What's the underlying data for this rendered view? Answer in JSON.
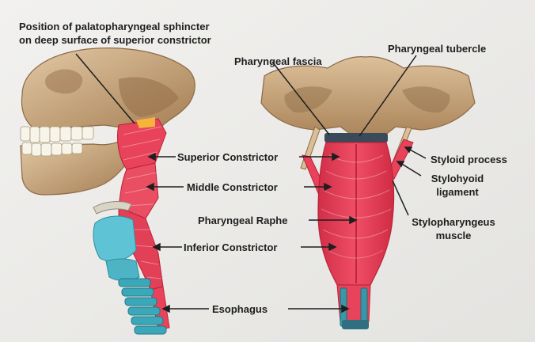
{
  "labels": {
    "palatopharyngeal_line1": "Position of palatopharyngeal sphincter",
    "palatopharyngeal_line2": "on deep surface of superior constrictor",
    "pharyngeal_fascia": "Pharyngeal fascia",
    "pharyngeal_tubercle": "Pharyngeal tubercle",
    "superior_constrictor": "Superior Constrictor",
    "middle_constrictor": "Middle Constrictor",
    "pharyngeal_raphe": "Pharyngeal Raphe",
    "inferior_constrictor": "Inferior Constrictor",
    "esophagus": "Esophagus",
    "styloid_process": "Styloid process",
    "stylohyoid_line1": "Stylohyoid",
    "stylohyoid_line2": "ligament",
    "stylopharyngeus_line1": "Stylopharyngeus",
    "stylopharyngeus_line2": "muscle"
  },
  "colors": {
    "muscle": "#e8435a",
    "muscle_dark": "#c9283f",
    "bone": "#c7a47a",
    "bone_dark": "#8c6a45",
    "cartilage": "#5fc3d6",
    "trachea": "#3aa8b8",
    "text": "#1e1e1e",
    "background": "#ecebe9"
  }
}
